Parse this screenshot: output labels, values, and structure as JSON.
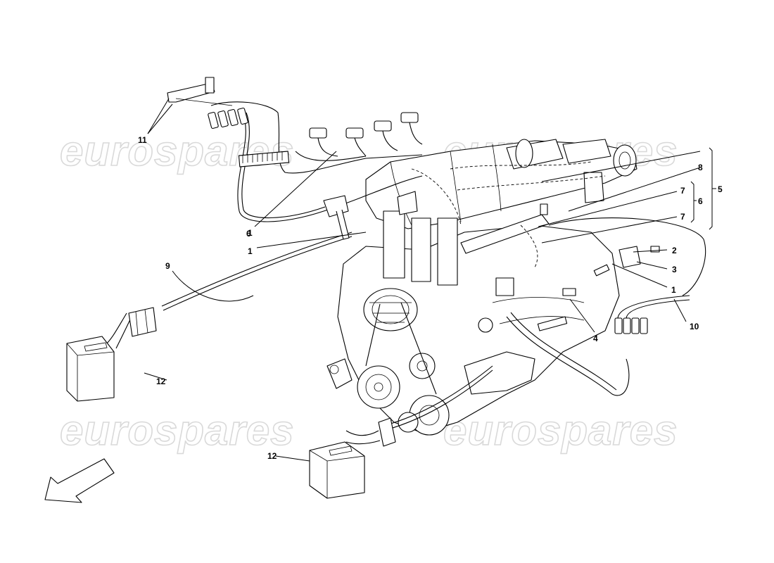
{
  "watermarks": [
    "eurospares",
    "eurospares",
    "eurospares",
    "eurospares"
  ],
  "callouts": [
    "1",
    "1",
    "1",
    "2",
    "3",
    "4",
    "5",
    "6",
    "6",
    "7",
    "7",
    "8",
    "9",
    "10",
    "11",
    "12",
    "12"
  ],
  "icons": {
    "direction_arrow": "arrow-down-left-icon"
  }
}
